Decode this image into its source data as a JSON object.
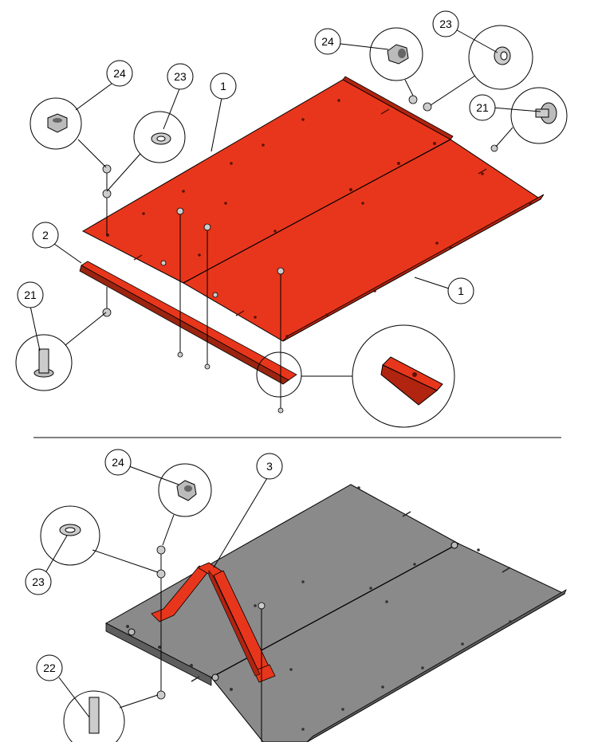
{
  "top_assembly": {
    "callouts": {
      "c24": "24",
      "c23a": "23",
      "c1a": "1",
      "c2": "2",
      "c21a": "21",
      "c23b": "23",
      "c24b": "24",
      "c21b": "21",
      "c1b": "1"
    }
  },
  "bottom_assembly": {
    "callouts": {
      "c24": "24",
      "c23": "23",
      "c3": "3",
      "c22": "22"
    }
  },
  "colors": {
    "panel_red": "#e8361c",
    "panel_red_dark": "#b02410",
    "strip_red": "#c9301a",
    "panel_gray": "#8a8a8a",
    "panel_gray_dark": "#5e5e5e",
    "bracket_red": "#e8361c"
  }
}
